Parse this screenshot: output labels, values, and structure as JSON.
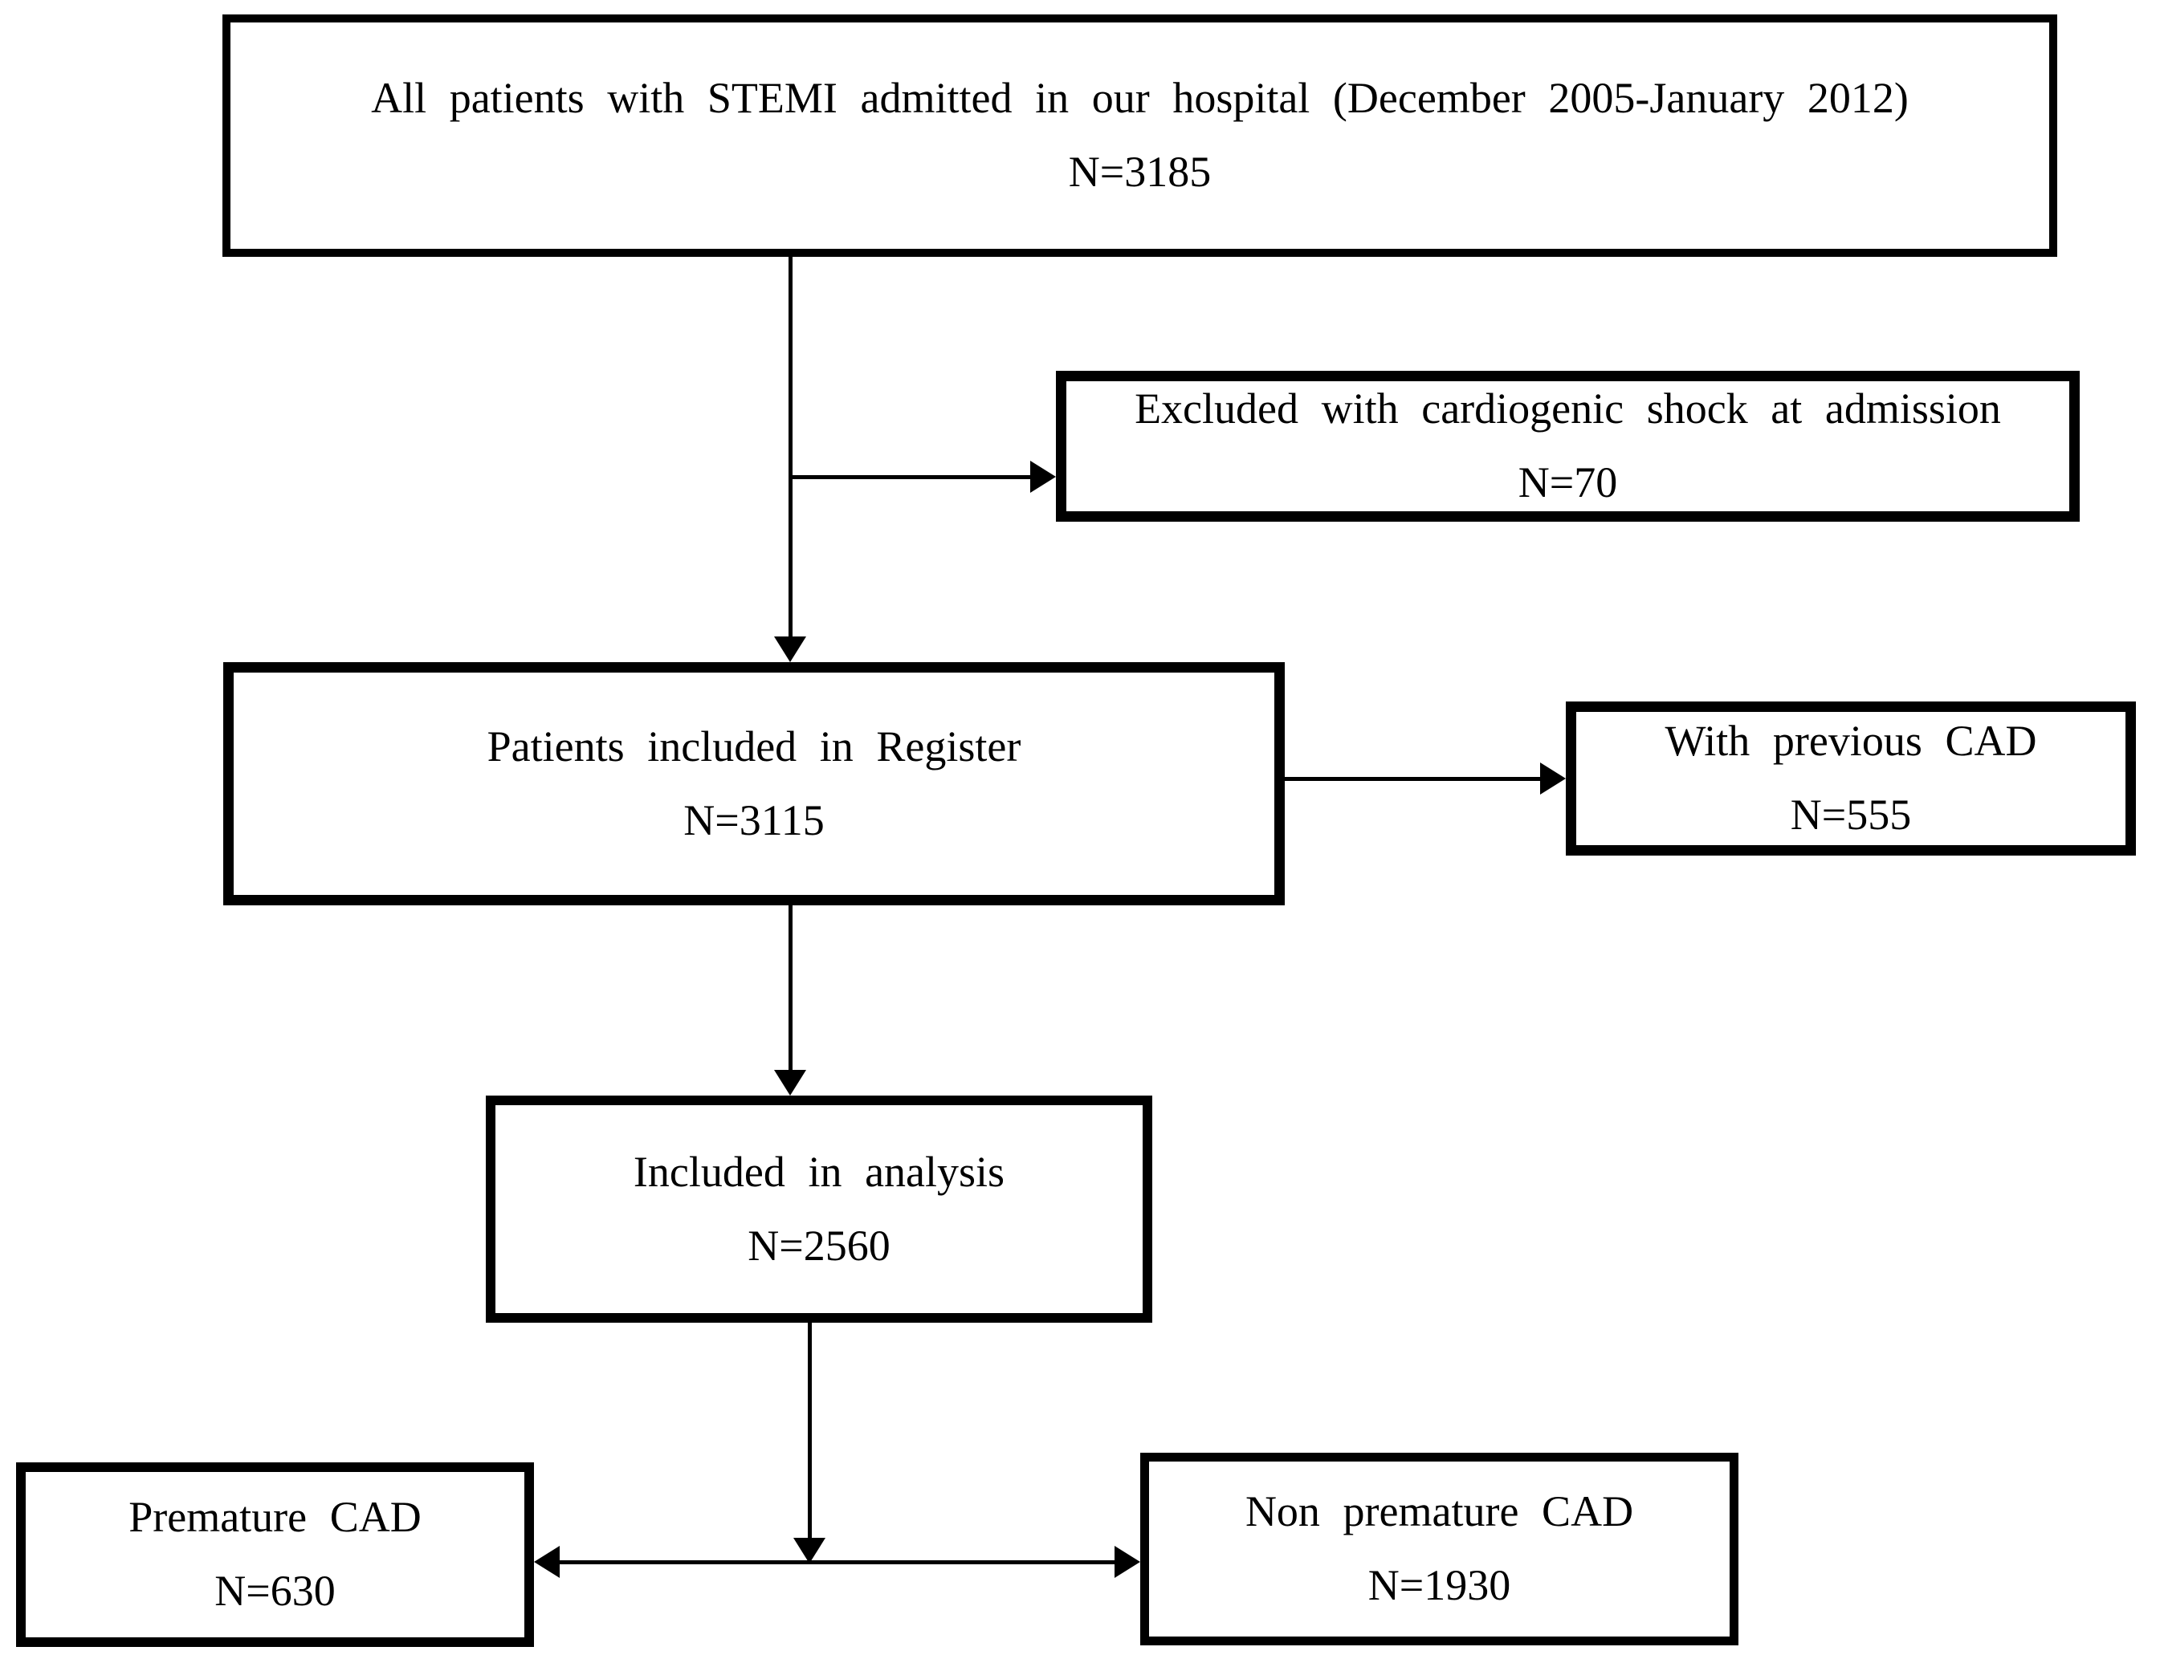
{
  "diagram": {
    "type": "flowchart",
    "colors": {
      "line": "#000000",
      "text": "#000000",
      "background": "#ffffff"
    },
    "boxes": [
      {
        "label": "All patients with STEMI admitted in our hospital (December 2005-January 2012)",
        "n": "N=3185"
      },
      {
        "label": "Excluded with cardiogenic shock at admission",
        "n": "N=70"
      },
      {
        "label": "Patients included in Register",
        "n": "N=3115"
      },
      {
        "label": "With previous CAD",
        "n": "N=555"
      },
      {
        "label": "Included in analysis",
        "n": "N=2560"
      },
      {
        "label": "Premature CAD",
        "n": "N=630"
      },
      {
        "label": "Non premature CAD",
        "n": "N=1930"
      }
    ]
  }
}
